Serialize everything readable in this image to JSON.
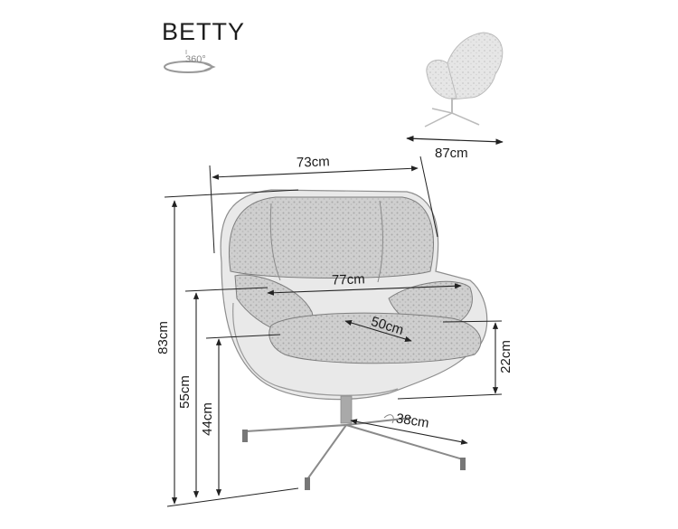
{
  "product": {
    "name": "BETTY",
    "rotation_label": "360°"
  },
  "dimensions": {
    "total_width": "73cm",
    "depth": "87cm",
    "seat_width": "77cm",
    "seat_depth": "50cm",
    "total_height": "83cm",
    "armrest_height": "55cm",
    "seat_height": "44cm",
    "armrest_above_seat": "22cm",
    "base_radius": "38cm"
  }
}
